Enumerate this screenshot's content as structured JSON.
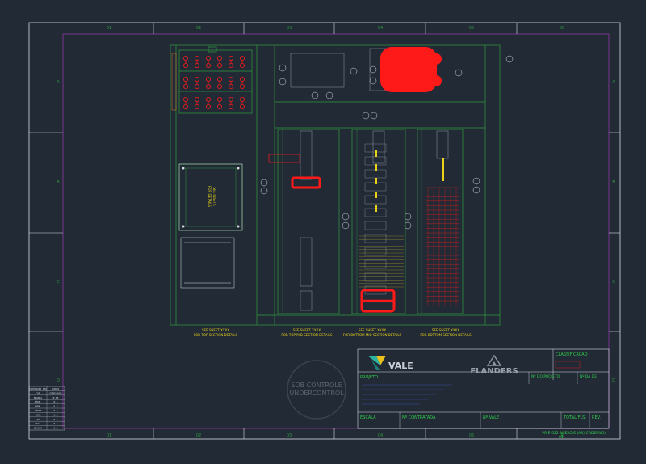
{
  "colors": {
    "background": "#222a35",
    "frame": "#d7dde6",
    "line": "#2f9c3e",
    "red": "#ff1a1a",
    "yellow": "#e8d21a",
    "magenta": "#b43cc8",
    "dim_text": "#8f99a6",
    "orange": "#e07a2c",
    "green_text": "#2fcf4a"
  },
  "drawing": {
    "col_labels": [
      "01",
      "02",
      "03",
      "04",
      "05",
      "06"
    ],
    "row_labels": [
      "A",
      "B",
      "C",
      "D"
    ],
    "section_notes": [
      {
        "line1": "SEE SHEET XXXX",
        "line2": "FOR TOP SECTION DETAILS"
      },
      {
        "line1": "SEE SHEET XXXX",
        "line2": "FOR TOP/MID SECTION DETAILS"
      },
      {
        "line1": "SEE SHEET XXXX",
        "line2": "FOR BOTTOM MID SECTION DETAILS"
      },
      {
        "line1": "SEE SHEET XXXX",
        "line2": "FOR BOTTOM SECTION DETAILS"
      }
    ],
    "plate_note_line1": "SEE INSETS",
    "plate_note_line2": "FOR DETAILS",
    "watermark_line1": "SOB CONTROLE",
    "watermark_line2": "UNDERCONTROL"
  },
  "title_block": {
    "client_logo_text": "VALE",
    "contractor_logo_text": "FLANDERS",
    "classificacao_label": "CLASSIFICAÇÃO",
    "projeto_label": "PROJETO",
    "nr_projeto_label": "Nº DO PROJETO",
    "nr_de_label": "Nº DA DE",
    "escala_label": "ESCALA",
    "nr_contratada_label": "Nº CONTRATADA",
    "nr_vale_label": "Nº VALE",
    "total_fls_label": "TOTAL FLS.",
    "rev_label": "REV.",
    "document_code": "PR-E-022 ANEXO E (A3)(CADERNO)",
    "sheet_id": "01"
  },
  "legend_table": {
    "headers": [
      "ESPESSURA FIO",
      "CORES"
    ],
    "rows": [
      [
        "COR",
        "ESPESSURA"
      ],
      [
        "BRANCA",
        "0.00"
      ],
      [
        "AMAR.",
        "0.1"
      ],
      [
        "VERM.",
        "0.2"
      ],
      [
        "VERDE",
        "0.3"
      ],
      [
        "CIAN",
        "0.4"
      ],
      [
        "AZUL",
        "0.5"
      ],
      [
        "MAG.",
        "0.6"
      ],
      [
        "BRANCO",
        "0.8"
      ]
    ]
  }
}
